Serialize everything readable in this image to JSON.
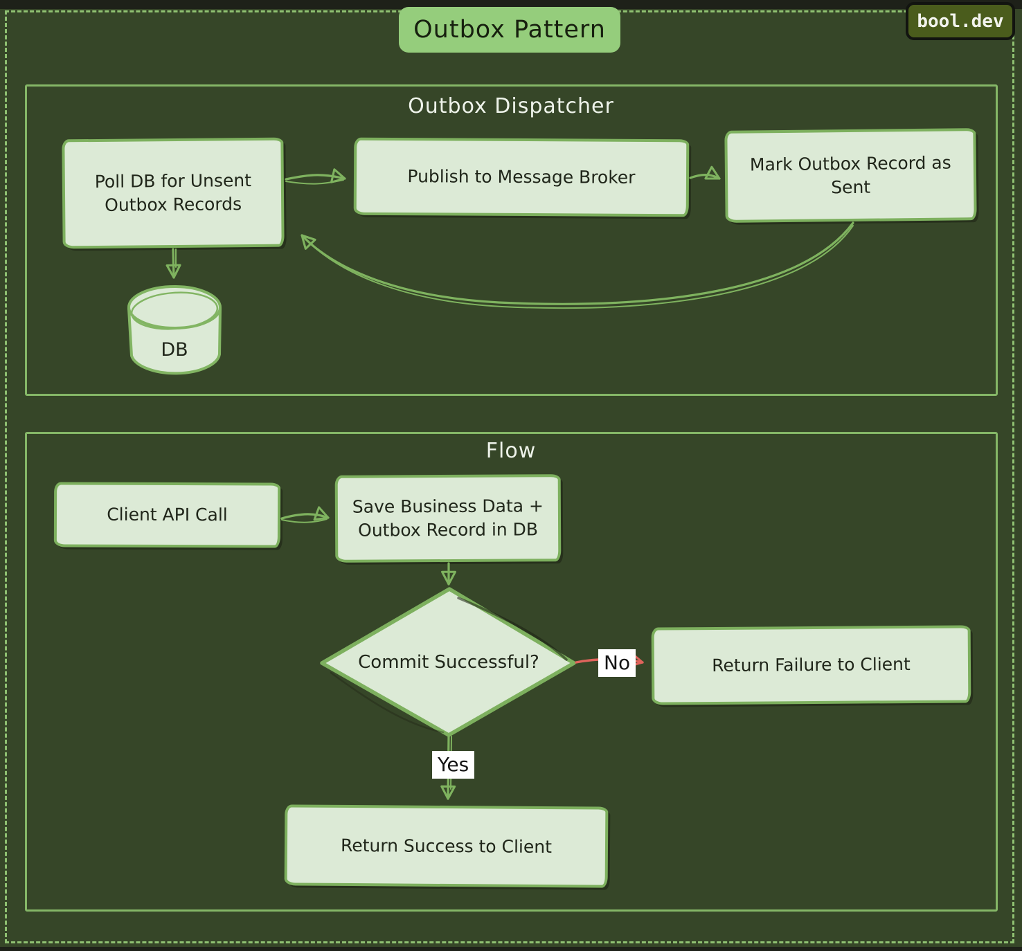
{
  "page": {
    "title": "Outbox Pattern",
    "watermark": "bool.dev"
  },
  "dispatcher": {
    "title": "Outbox Dispatcher",
    "poll": "Poll DB for Unsent Outbox Records",
    "publish": "Publish to Message Broker",
    "mark": "Mark Outbox Record as Sent",
    "db": "DB"
  },
  "flow": {
    "title": "Flow",
    "client": "Client API Call",
    "save": "Save Business Data + Outbox Record in DB",
    "decision": "Commit Successful?",
    "failure": "Return Failure to Client",
    "success": "Return Success to Client",
    "no_label": "No",
    "yes_label": "Yes"
  },
  "colors": {
    "background": "#364628",
    "top_strip": "#1e2119",
    "node_fill": "#dcead6",
    "node_border": "#7db05e",
    "section_border": "#85b767",
    "page_dashed_border": "#8fc172",
    "title_badge_fill": "#95cd7c",
    "watermark_fill": "#4a5c1c",
    "arrow_green": "#7fb35f",
    "arrow_red": "#e0645c",
    "text_dark": "#20261a",
    "text_light": "#eef3ea"
  }
}
